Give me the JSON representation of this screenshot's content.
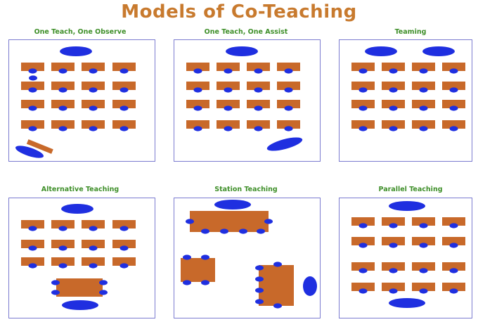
{
  "title": "Models of Co-Teaching",
  "panels": [
    {
      "label": "One Teach, One Observe"
    },
    {
      "label": "One Teach, One Assist"
    },
    {
      "label": "Teaming"
    },
    {
      "label": "Alternative Teaching"
    },
    {
      "label": "Station Teaching"
    },
    {
      "label": "Parallel Teaching"
    }
  ],
  "colors": {
    "title": "#C87A2E",
    "label": "#3f8f2a",
    "desk": "#C8692A",
    "student": "#1f2fe0",
    "teacher": "#1f2fe0",
    "border": "#7b7bd0"
  }
}
